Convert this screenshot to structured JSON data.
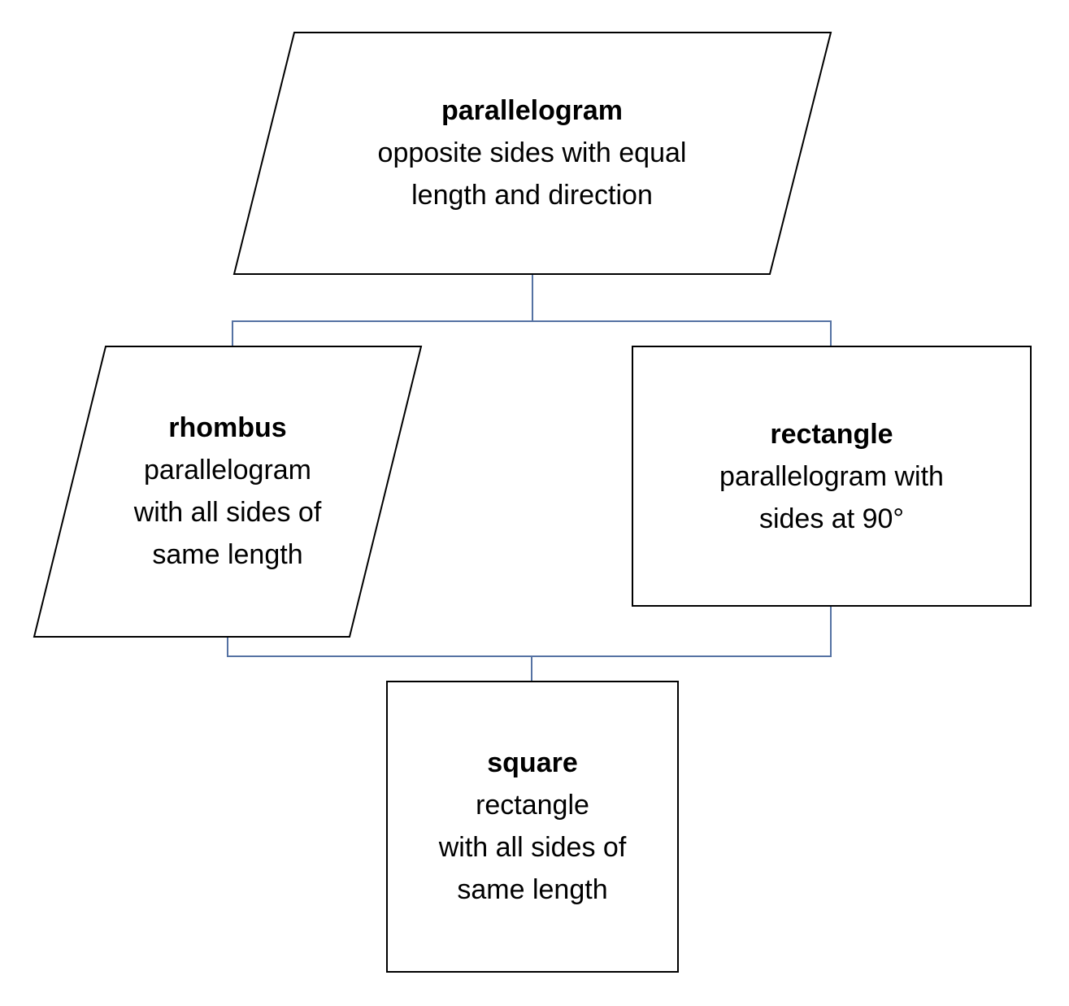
{
  "connector_color": "#5572A3",
  "nodes": {
    "parallelogram": {
      "title": "parallelogram",
      "desc": "opposite sides with equal\nlength and direction"
    },
    "rhombus": {
      "title": "rhombus",
      "desc": "parallelogram\nwith all sides of\nsame length"
    },
    "rectangle": {
      "title": "rectangle",
      "desc": "parallelogram with\nsides at 90°"
    },
    "square": {
      "title": "square",
      "desc": "rectangle\nwith all sides of\nsame length"
    }
  }
}
